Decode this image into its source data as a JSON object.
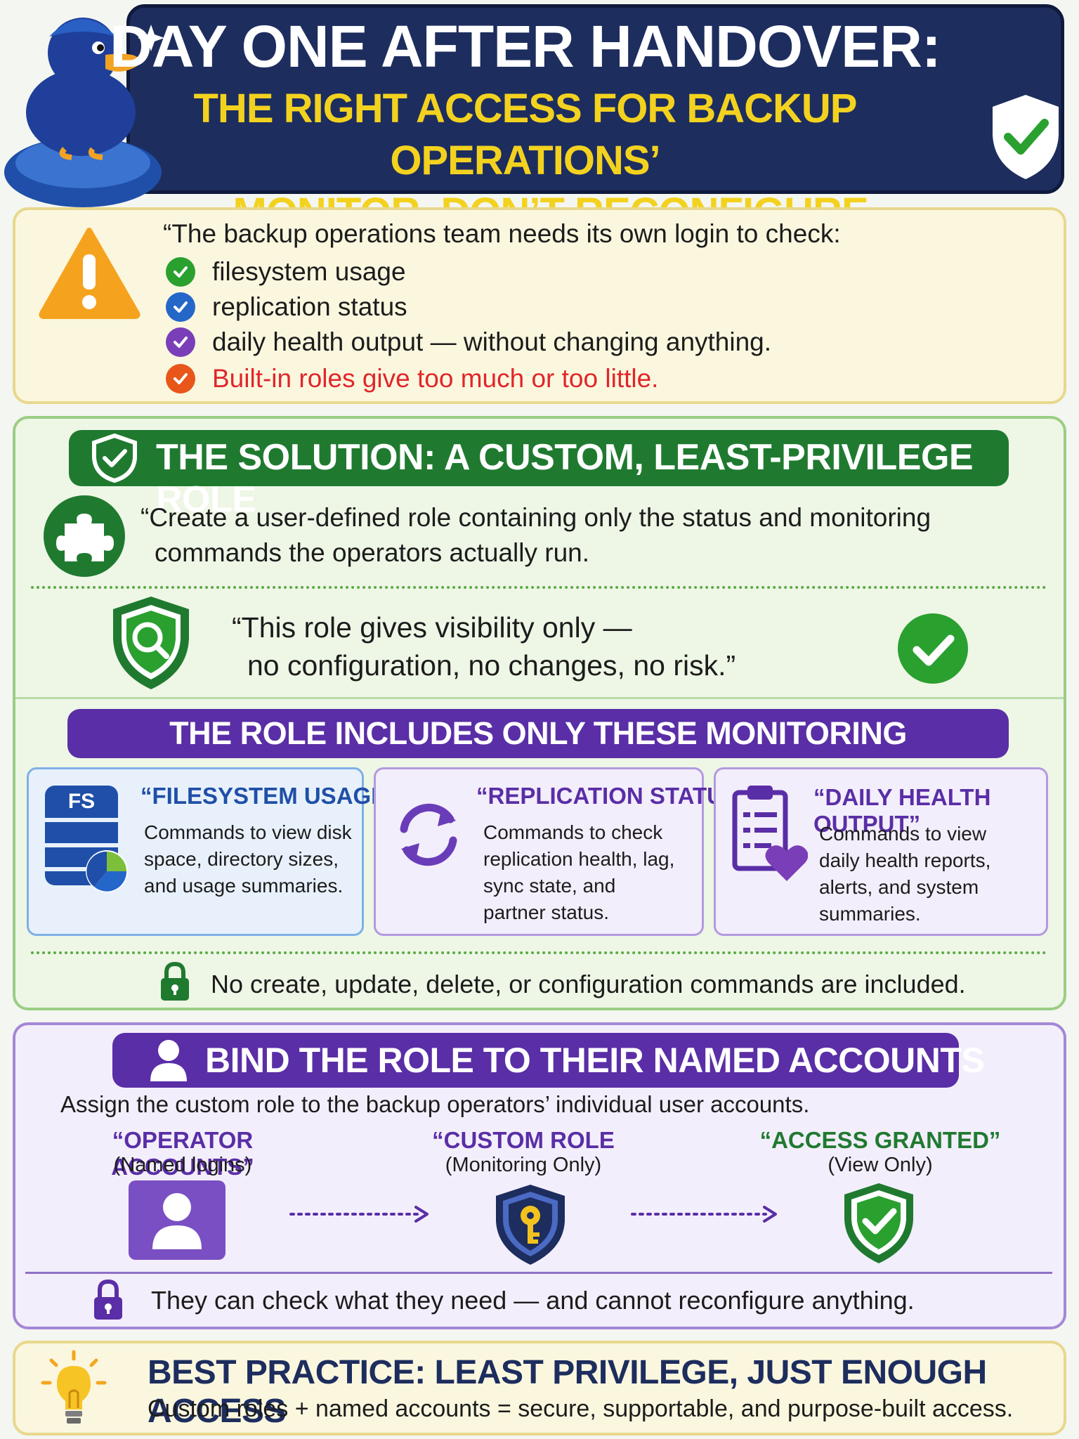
{
  "header": {
    "title": "DAY ONE AFTER HANDOVER:",
    "subtitle_line1": "THE RIGHT ACCESS FOR BACKUP OPERATIONS’",
    "subtitle_line2": "— MONITOR, DON’T RECONFIGURE"
  },
  "need": {
    "quote": "“The backup operations team needs its own login to check:",
    "items": [
      {
        "text": "filesystem usage",
        "color": "#2aa02f"
      },
      {
        "text": "replication status",
        "color": "#2566c9"
      },
      {
        "text": "daily health output — without changing anything.",
        "color": "#7a3fb8"
      },
      {
        "text": "Built-in roles give too much or too little.",
        "color": "#e8561a"
      }
    ],
    "warning_color": "#e0262b"
  },
  "solution": {
    "title": "THE SOLUTION: A CUSTOM, LEAST-PRIVILEGE ROLE",
    "quote_line1": "“Create a user-defined role containing only the status and monitoring",
    "quote_line2": "commands the operators actually run.",
    "visibility_line1": "“This role gives visibility only —",
    "visibility_line2": "no configuration, no changes, no risk.”"
  },
  "capabilities": {
    "title": "THE ROLE INCLUDES ONLY THESE MONITORING CAPABILITIES",
    "cards": [
      {
        "title": "“FILESYSTEM USAGE”",
        "lines": [
          "Commands to view disk",
          "space, directory sizes,",
          "and usage summaries."
        ],
        "icon_label": "FS"
      },
      {
        "title": "“REPLICATION STATUS”",
        "lines": [
          "Commands to check",
          "replication health, lag,",
          "sync state, and",
          "partner status."
        ]
      },
      {
        "title": "“DAILY HEALTH OUTPUT”",
        "lines": [
          "Commands to view",
          "daily health reports,",
          "alerts, and system",
          "summaries."
        ]
      }
    ],
    "note": "No create, update, delete, or configuration commands are included."
  },
  "binding": {
    "title": "BIND THE ROLE TO THEIR NAMED ACCOUNTS",
    "instruction": "Assign the custom role to the backup operators’ individual user accounts.",
    "steps": [
      {
        "title": "“OPERATOR ACCOUNTS”",
        "sub": "(Named logins)"
      },
      {
        "title": "“CUSTOM ROLE",
        "sub": "(Monitoring Only)"
      },
      {
        "title": "“ACCESS GRANTED”",
        "sub": "(View Only)"
      }
    ],
    "note": "They can check what they need — and cannot reconfigure anything."
  },
  "best_practice": {
    "title": "BEST PRACTICE: LEAST PRIVILEGE, JUST ENOUGH ACCESS",
    "subtitle": "Custom roles + named accounts = secure, supportable, and purpose-built access."
  }
}
